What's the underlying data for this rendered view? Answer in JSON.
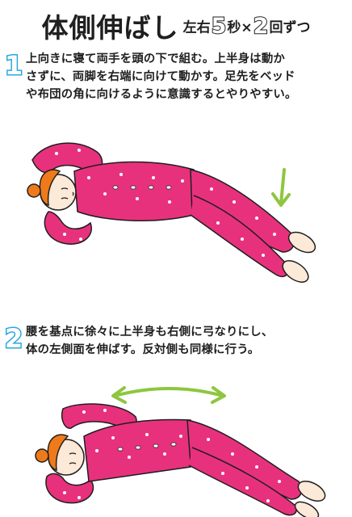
{
  "title": {
    "main": "体側伸ばし",
    "prefix": "左右",
    "seconds_num": "5",
    "seconds_unit": "秒×",
    "times_num": "2",
    "times_unit": "回ずつ"
  },
  "steps": [
    {
      "number": "1",
      "lines": [
        "上向きに寝て両手を頭の下で組む。上半身は動か",
        "さずに、両脚を右端に向けて動かす。足先をベッド",
        "や布団の角に向けるように意識するとやりやすい。"
      ]
    },
    {
      "number": "2",
      "lines": [
        "腰を基点に徐々に上半身も右側に弓なりにし、",
        "体の左側面を伸ばす。反対側も同様に行う。"
      ]
    }
  ],
  "colors": {
    "accent_blue": "#2aa7e0",
    "arrow_green": "#8ec63f",
    "pajama_pink": "#e8317d",
    "hair_orange": "#ef7a1a",
    "skin": "#fde9d8",
    "outline": "#1f1f1f"
  },
  "illustrations": {
    "step1": "woman-lying-legs-shifted-right",
    "step2": "woman-lying-side-bend"
  }
}
